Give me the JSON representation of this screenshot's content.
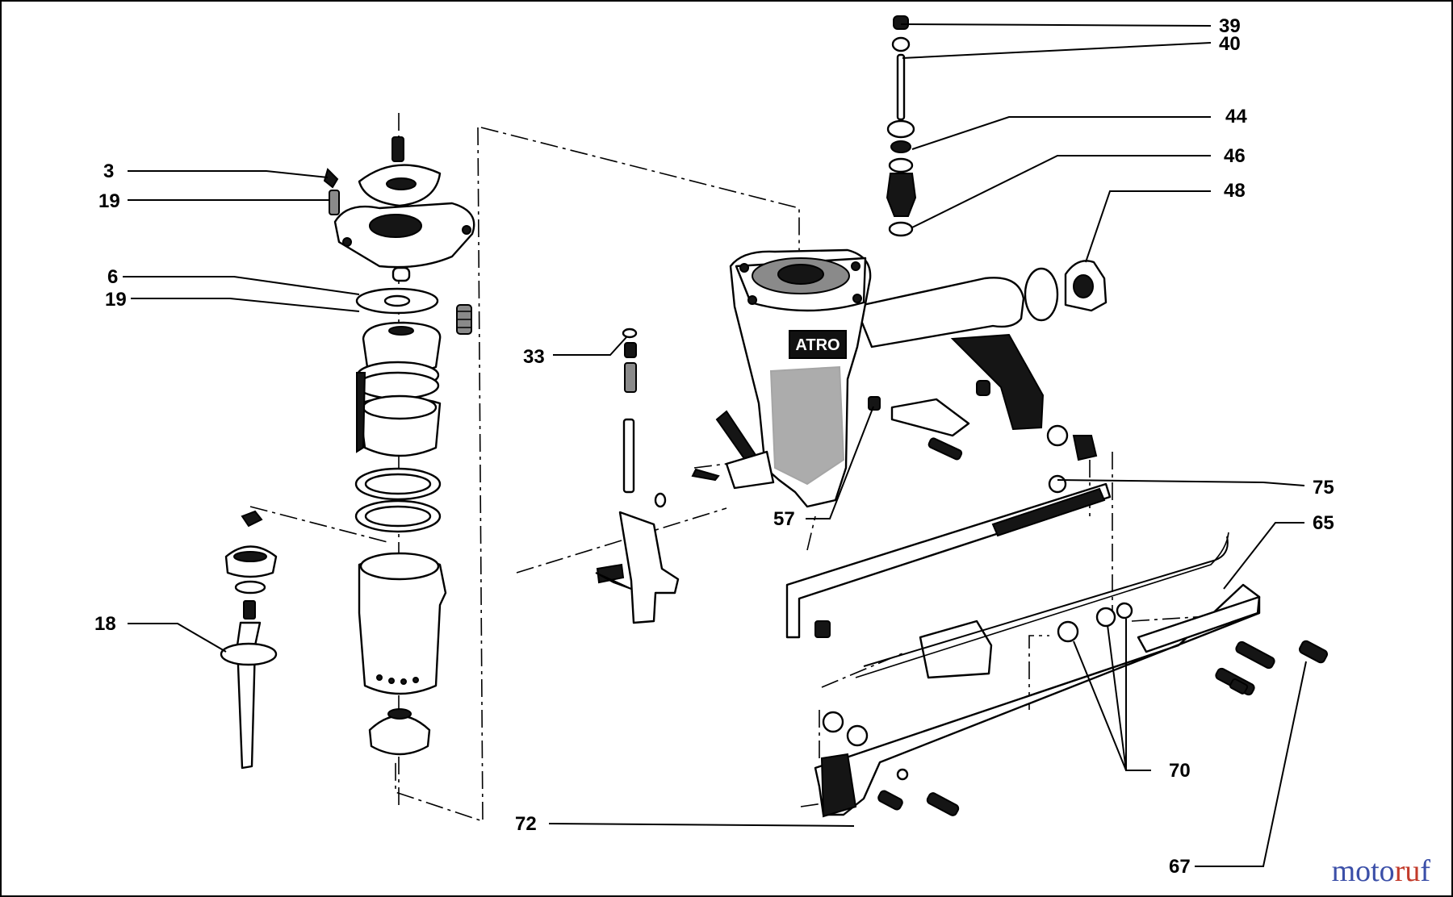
{
  "diagram": {
    "brand_on_tool": "ATRO",
    "callouts": [
      {
        "id": "c39",
        "text": "39"
      },
      {
        "id": "c40",
        "text": "40"
      },
      {
        "id": "c44",
        "text": "44"
      },
      {
        "id": "c46",
        "text": "46"
      },
      {
        "id": "c48",
        "text": "48"
      },
      {
        "id": "c3",
        "text": "3"
      },
      {
        "id": "c19a",
        "text": "19"
      },
      {
        "id": "c6",
        "text": "6"
      },
      {
        "id": "c19b",
        "text": "19"
      },
      {
        "id": "c33",
        "text": "33"
      },
      {
        "id": "c18",
        "text": "18"
      },
      {
        "id": "c57",
        "text": "57"
      },
      {
        "id": "c75",
        "text": "75"
      },
      {
        "id": "c65",
        "text": "65"
      },
      {
        "id": "c70",
        "text": "70"
      },
      {
        "id": "c72",
        "text": "72"
      },
      {
        "id": "c67",
        "text": "67"
      }
    ]
  },
  "watermark": {
    "part1": "mo",
    "part2": "to",
    "part3": "ru",
    "part4": "f",
    "colors": {
      "blue": "#3b4fa8",
      "red": "#c23a2a"
    }
  }
}
